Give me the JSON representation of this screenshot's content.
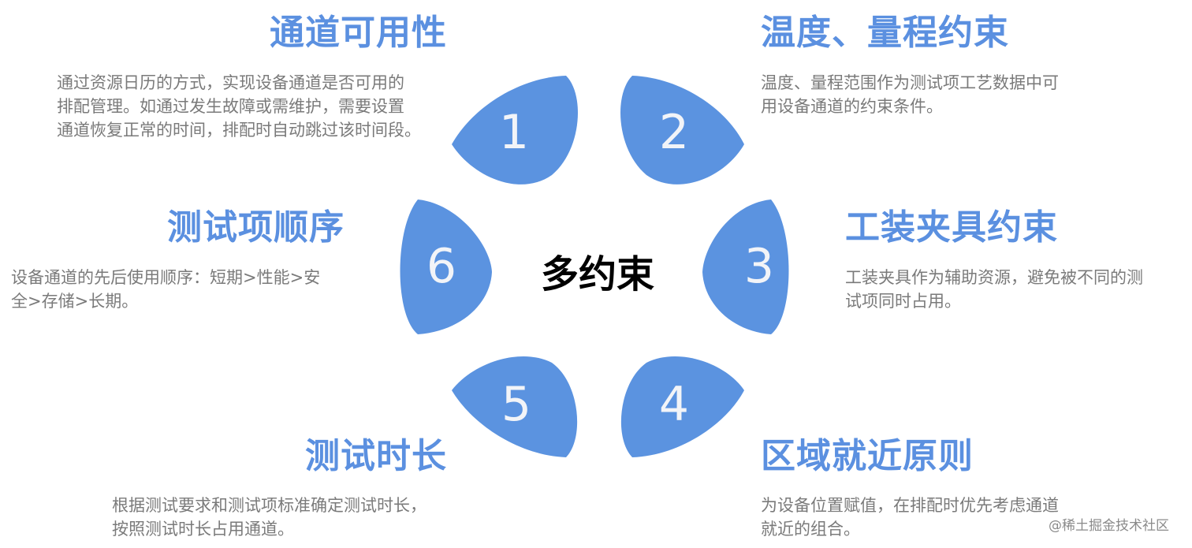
{
  "center": {
    "label": "多约束"
  },
  "accent_color": "#5b93e0",
  "items": [
    {
      "number": "1",
      "title": "通道可用性",
      "description": [
        "通过资源日历的方式，实现设备通道是否可用的",
        "排配管理。如通过发生故障或需维护，需要设置",
        "通道恢复正常的时间，排配时自动跳过该时间段。"
      ]
    },
    {
      "number": "2",
      "title": "温度、量程约束",
      "description": [
        "温度、量程范围作为测试项工艺数据中可",
        "用设备通道的约束条件。"
      ]
    },
    {
      "number": "3",
      "title": "工装夹具约束",
      "description": [
        "工装夹具作为辅助资源，避免被不同的测",
        "试项同时占用。"
      ]
    },
    {
      "number": "4",
      "title": "区域就近原则",
      "description": [
        "为设备位置赋值，在排配时优先考虑通道",
        "就近的组合。"
      ]
    },
    {
      "number": "5",
      "title": "测试时长",
      "description": [
        "根据测试要求和测试项标准确定测试时长，",
        "按照测试时长占用通道。"
      ]
    },
    {
      "number": "6",
      "title": "测试项顺序",
      "description": [
        "设备通道的先后使用顺序：短期>性能>安",
        "全>存储>长期。"
      ]
    }
  ],
  "watermark": "@稀土掘金技术社区"
}
